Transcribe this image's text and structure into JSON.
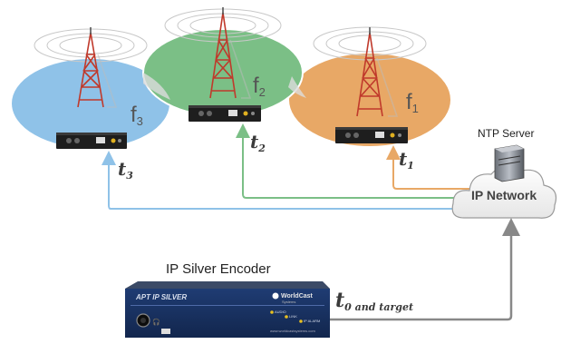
{
  "cells": [
    {
      "id": "f3",
      "freq_letter": "f",
      "freq_index": "3",
      "time_letter": "t",
      "time_index": "3",
      "color": "#8fc2e8"
    },
    {
      "id": "f2",
      "freq_letter": "f",
      "freq_index": "2",
      "time_letter": "t",
      "time_index": "2",
      "color": "#7bbf86"
    },
    {
      "id": "f1",
      "freq_letter": "f",
      "freq_index": "1",
      "time_letter": "t",
      "time_index": "1",
      "color": "#e8a866"
    }
  ],
  "ntp_server_label": "NTP Server",
  "network_label": "IP Network",
  "encoder": {
    "caption": "IP Silver Encoder",
    "panel_title": "APT IP SILVER",
    "brand": "WorldCast",
    "brand_sub": "Systems",
    "url": "www.worldcastsystems.com",
    "led_labels": [
      "AUDIO",
      "LINK",
      "IP ALARM"
    ]
  },
  "source_time": {
    "letter": "t",
    "sub": "0 and target"
  },
  "colors": {
    "cell1": "#e8a866",
    "cell2": "#7bbf86",
    "cell3": "#8fc2e8",
    "line_gray": "#888888",
    "tower_red": "#c0392b"
  }
}
